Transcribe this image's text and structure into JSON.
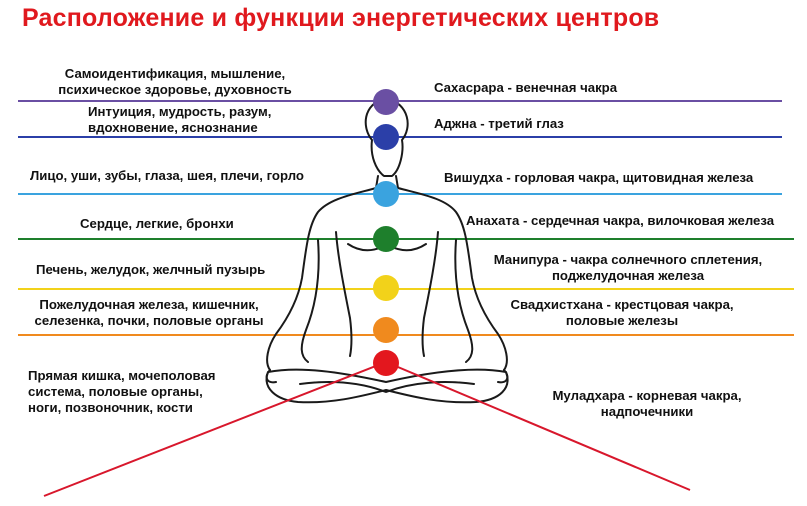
{
  "title": "Расположение и функции энергетических центров",
  "colors": {
    "title": "#e0191e",
    "sahasrara": "#6a4fa3",
    "ajna": "#2b3fa8",
    "vishuddha": "#3aa3df",
    "anahata": "#1e7f2c",
    "manipura": "#f2d21a",
    "svadhisthana": "#f08a1e",
    "muladhara": "#e3171e"
  },
  "left_labels": {
    "sahasrara": [
      "Самоидентификация, мышление,",
      "психическое здоровье, духовность"
    ],
    "ajna": [
      "Интуиция, мудрость, разум,",
      "вдохновение, яснознание"
    ],
    "vishuddha": [
      "Лицо, уши, зубы, глаза, шея, плечи, горло"
    ],
    "anahata": [
      "Сердце, легкие, бронхи"
    ],
    "manipura": [
      "Печень, желудок, желчный пузырь"
    ],
    "svadhisthana": [
      "Пожелудочная железа, кишечник,",
      "селезенка, почки, половые органы"
    ],
    "muladhara": [
      "Прямая кишка, мочеполовая",
      "система, половые органы,",
      "ноги, позвоночник, кости"
    ]
  },
  "right_labels": {
    "sahasrara": [
      "Сахасрара -  венечная чакра"
    ],
    "ajna": [
      "Аджна - третий глаз"
    ],
    "vishuddha": [
      "Вишудха - горловая чакра, щитовидная железа"
    ],
    "anahata": [
      "Анахата - сердечная чакра, вилочковая железа"
    ],
    "manipura": [
      "Манипура - чакра солнечного сплетения,",
      "поджелудочная железа"
    ],
    "svadhisthana": [
      "Свадхистхана - крестцовая чакра,",
      "половые железы"
    ],
    "muladhara": [
      "Муладхара - корневая чакра,",
      "надпочечники"
    ]
  }
}
